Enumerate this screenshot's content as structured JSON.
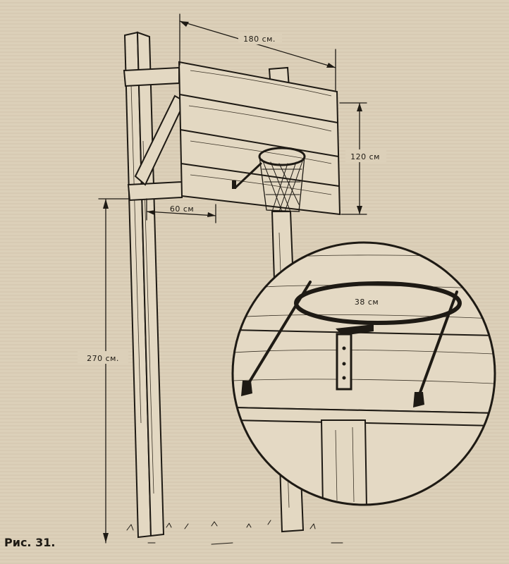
{
  "labels": {
    "width": "180 см.",
    "height": "120 см",
    "offset": "60 см",
    "post_height": "270 см.",
    "ring": "38 см"
  },
  "caption": "Рис. 31."
}
